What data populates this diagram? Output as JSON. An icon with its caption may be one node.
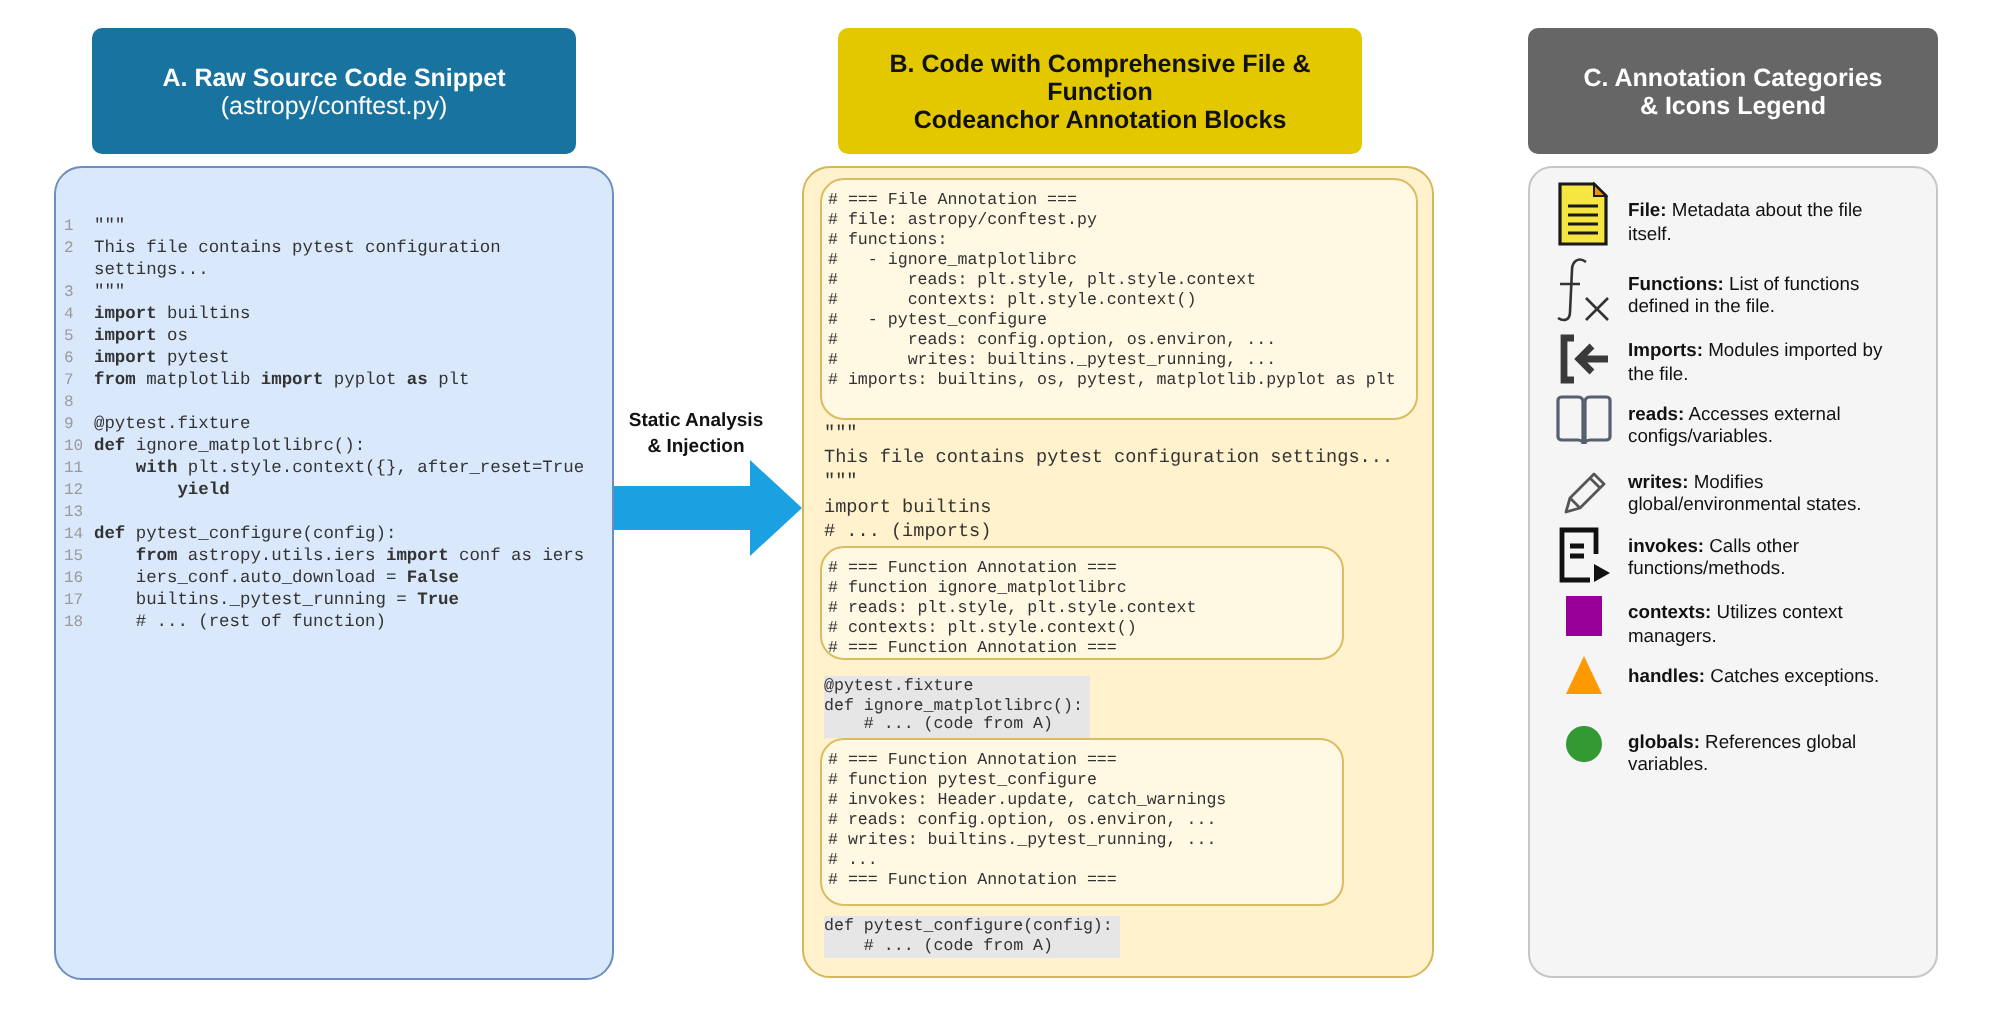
{
  "diagram": {
    "nodes": [
      {
        "text": [
          "A. Raw Source Code Snippet",
          "(astropy/conftest.py)"
        ]
      },
      {
        "text": [
          "1 \"\"\"",
          "2 This file contains pytest configuration settings...",
          "3 \"\"\"",
          "4 **import** builtins",
          "5 **import** os",
          "6 **import** pytest",
          "7 **from** matplotlib **import** pyplot **as** plt",
          "8",
          "9 @pytest.fixture",
          "10 **def** ignore_matplotlibrc():",
          "11     **with** plt.style.context({}, after_reset=True",
          "12         **yield**",
          "13",
          "14 **def** pytest_configure(config):",
          "15     **from** astropy.utils.iers **import** conf as iers",
          "16     iers_conf.auto_download = **False**",
          "17     builtins._pytest_running = **True**",
          "18     # ... (rest of function)"
        ]
      },
      {
        "text": [
          "B. Code with Comprehensive File & Function",
          "Codeanchor Annotation Blocks"
        ]
      },
      {
        "text": [
          "\"\"\"",
          "This file contains pytest configuration settings...",
          "\"\"\"",
          "import builtins",
          "# ... (imports)"
        ]
      },
      {
        "text": [
          "# === File Annotation ===",
          "# file: astropy/conftest.py",
          "# functions:",
          "#   - ignore_matplotlibrc",
          "#       reads: plt.style, plt.style.context",
          "#       contexts: plt.style.context()",
          "#   - pytest_configure",
          "#       reads: config.option, os.environ, ...",
          "#       writes: builtins._pytest_running, ...",
          "# imports: builtins, os, pytest, matplotlib.pyplot as plt"
        ],
        "in": 3
      },
      {
        "text": [
          "# === Function Annotation ===",
          "# function ignore_matplotlibrc",
          "# reads: plt.style, plt.style.context",
          "# contexts: plt.style.context()",
          "# === Function Annotation ==="
        ],
        "in": 3
      },
      {
        "text": [
          "@pytest.fixture",
          "def ignore_matplotlibrc():",
          "    # ... (code from A)"
        ],
        "in": 3
      },
      {
        "text": [
          "# === Function Annotation ===",
          "# function pytest_configure",
          "# invokes: Header.update, catch_warnings",
          "# reads: config.option, os.environ, ...",
          "# writes: builtins._pytest_running, ...",
          "# ...",
          "# === Function Annotation ==="
        ],
        "in": 3
      },
      {
        "text": [
          "def pytest_configure(config):",
          "    # ... (code from A)"
        ],
        "in": 3
      },
      {
        "text": [
          "C. Annotation Categories & Icons Legend"
        ]
      }
    ],
    "edges": [
      {
        "from": 1,
        "to": 3,
        "arrow": "to",
        "label": "Static Analysis & Injection"
      }
    ],
    "legend": [
      {
        "text": "**File:** Metadata about the file itself."
      },
      {
        "text": "**Functions:** List of functions defined in the file."
      },
      {
        "text": "**Imports:** Modules imported by the file."
      },
      {
        "text": "**reads:** Accesses external configs/variables."
      },
      {
        "text": "**writes:** Modifies global/environmental states."
      },
      {
        "text": "**invokes:** Calls other functions/methods."
      },
      {
        "text": "**contexts:** Utilizes context managers.",
        "color": "#990099"
      },
      {
        "text": "**handles:** Catches exceptions.",
        "color": "#ff9900"
      },
      {
        "text": "**globals:** References global variables.",
        "color": "#339933"
      }
    ]
  }
}
